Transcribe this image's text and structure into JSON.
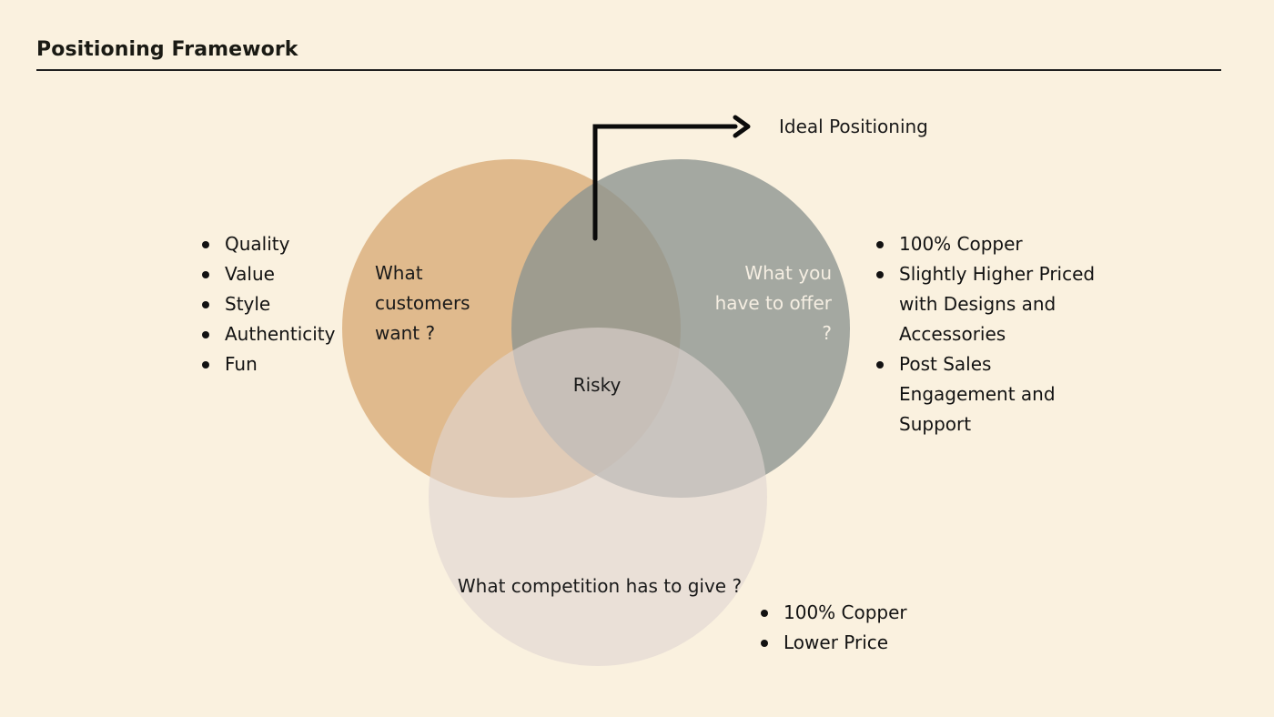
{
  "page": {
    "title": "Positioning Framework"
  },
  "diagram": {
    "circles": {
      "customers": {
        "label": "What customers want ?",
        "color": "#d9ac78"
      },
      "offer": {
        "label": "What you have to offer ?",
        "color": "#8c9390"
      },
      "competition": {
        "label": "What competition has to give ?",
        "color": "#e0d5d2"
      }
    },
    "overlap_label": "Risky",
    "pointer_label": "Ideal Positioning"
  },
  "lists": {
    "customers": [
      "Quality",
      "Value",
      "Style",
      "Authenticity",
      "Fun"
    ],
    "offer": [
      "100% Copper",
      "Slightly Higher Priced with Designs and Accessories",
      "Post Sales Engagement and Support"
    ],
    "competition": [
      "100% Copper",
      "Lower Price"
    ]
  }
}
